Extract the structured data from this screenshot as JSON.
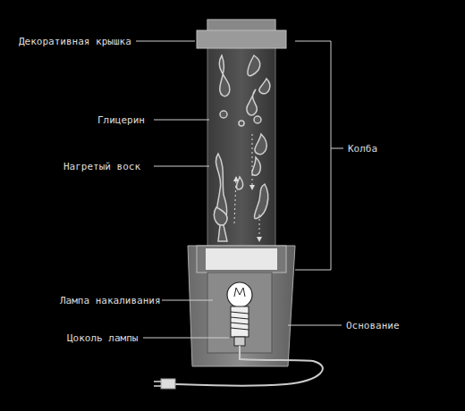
{
  "diagram": {
    "labels": [
      "Декоративная крышка",
      "Глицерин",
      "Нагретый воск",
      "Колба",
      "Лампа накаливания",
      "Цоколь лампы",
      "Основание"
    ]
  }
}
